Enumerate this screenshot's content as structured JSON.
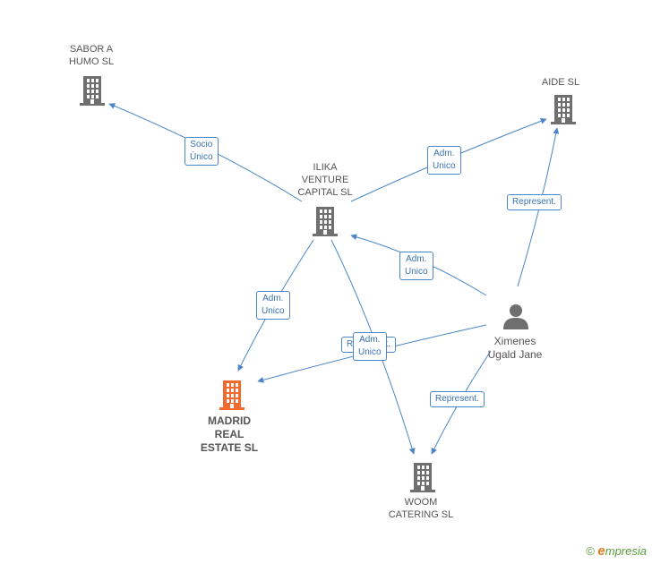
{
  "nodes": {
    "sabor": {
      "label": "SABOR A\nHUMO  SL",
      "icon": "building-icon"
    },
    "aide": {
      "label": "AIDE  SL",
      "icon": "building-icon"
    },
    "ilika": {
      "label": "ILIKA\nVENTURE\nCAPITAL  SL",
      "icon": "building-icon"
    },
    "madrid": {
      "label": "MADRID\nREAL\nESTATE SL",
      "icon": "building-icon",
      "color": "#f26a2e"
    },
    "woom": {
      "label": "WOOM\nCATERING SL",
      "icon": "building-icon"
    },
    "ximenes": {
      "label": "Ximenes\nUgald Jane",
      "icon": "person-icon"
    }
  },
  "edges": [
    {
      "from": "ilika",
      "to": "sabor",
      "label": "Socio\nÚnico"
    },
    {
      "from": "ilika",
      "to": "aide",
      "label": "Adm.\nUnico"
    },
    {
      "from": "ximenes",
      "to": "aide",
      "label": "Represent."
    },
    {
      "from": "ximenes",
      "to": "ilika",
      "label": "Adm.\nUnico"
    },
    {
      "from": "ilika",
      "to": "madrid",
      "label": "Adm.\nUnico"
    },
    {
      "from": "ximenes",
      "to": "madrid",
      "label": "Represent."
    },
    {
      "from": "ilika",
      "to": "woom",
      "label": "Adm.\nUnico"
    },
    {
      "from": "ximenes",
      "to": "woom",
      "label": "Represent."
    }
  ],
  "colors": {
    "building": "#6f6f6f",
    "building_main": "#f26a2e",
    "edge": "#4a86c8",
    "person": "#6f6f6f"
  },
  "footer": {
    "copyright": "©",
    "brand_first": "e",
    "brand_rest": "mpresia"
  }
}
